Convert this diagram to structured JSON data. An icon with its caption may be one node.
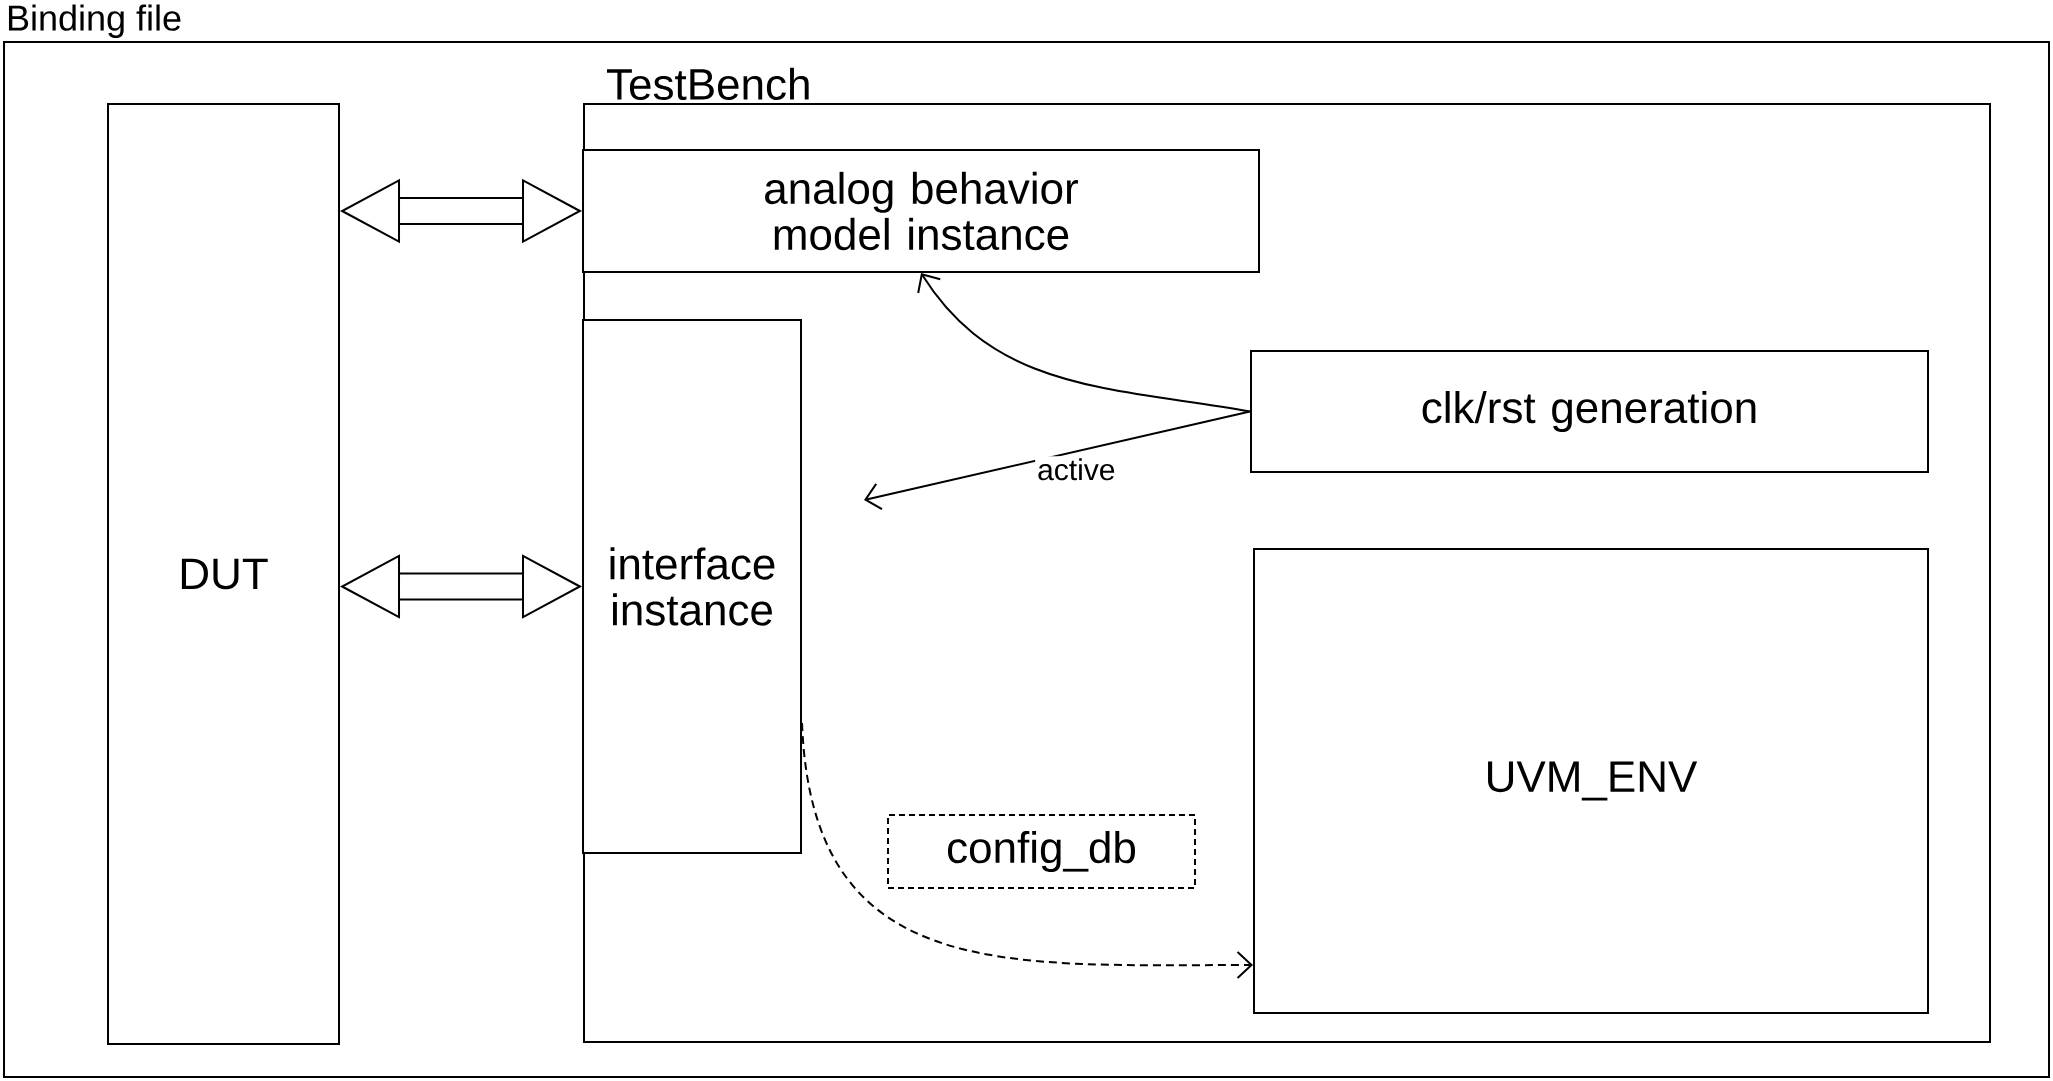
{
  "diagram": {
    "nodes": [
      {
        "text": [
          "Binding file"
        ]
      },
      {
        "text": [
          "DUT"
        ],
        "in": 0
      },
      {
        "text": [
          "TestBench"
        ],
        "in": 0
      },
      {
        "text": [
          "analog behavior model instance"
        ],
        "in": 2
      },
      {
        "text": [
          "interface instance"
        ],
        "in": 2
      },
      {
        "text": [
          "clk/rst generation"
        ],
        "in": 2
      },
      {
        "text": [
          "config_db"
        ],
        "in": 2
      },
      {
        "text": [
          "UVM_ENV"
        ],
        "in": 2
      }
    ],
    "edges": [
      {
        "from": 1,
        "to": 3,
        "arrow": "both",
        "style": "thick"
      },
      {
        "from": 1,
        "to": 4,
        "arrow": "both",
        "style": "thick"
      },
      {
        "from": 5,
        "to": 3,
        "arrow": "to"
      },
      {
        "from": 5,
        "to": null,
        "arrow": "to",
        "label": "active"
      },
      {
        "from": 4,
        "to": 7,
        "arrow": "to",
        "style": "dashed"
      }
    ]
  }
}
